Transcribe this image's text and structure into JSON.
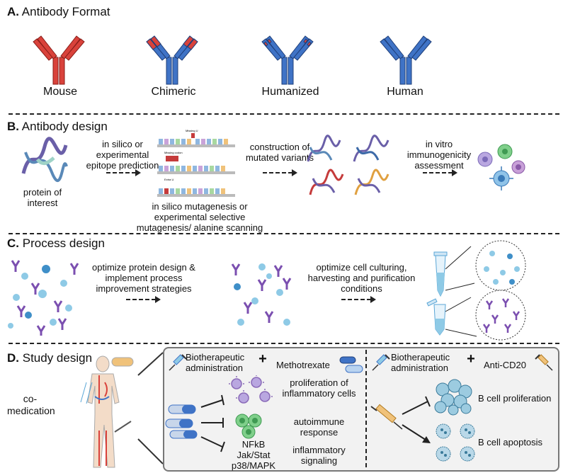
{
  "sectionA": {
    "title_letter": "A.",
    "title": "Antibody Format",
    "formats": [
      "Mouse",
      "Chimeric",
      "Humanized",
      "Human"
    ]
  },
  "sectionB": {
    "title_letter": "B.",
    "title": "Antibody design",
    "protein_label": "protein of interest",
    "step1": "in silico or experimental epitope prediction",
    "seq_label1": "Missing U",
    "seq_label2": "Missing codon",
    "seq_label3": "Extra U",
    "mutagenesis": "in silico mutagenesis or experimental selective mutagenesis/ alanine scanning",
    "step2": "construction of mutated variants",
    "step3": "in vitro immunogenicity assessment"
  },
  "sectionC": {
    "title_letter": "C.",
    "title": "Process design",
    "step1": "optimize protein design & implement process improvement strategies",
    "step2": "optimize cell culturing, harvesting and purification conditions"
  },
  "sectionD": {
    "title_letter": "D.",
    "title": "Study design",
    "co_medication": "co- medication",
    "left": {
      "drug1": "Biotherapeutic administration",
      "plus": "+",
      "drug2": "Methotrexate",
      "effect1": "proliferation of inflammatory cells",
      "effect2": "autoimmune response",
      "effect3": "inflammatory signaling",
      "pathways": "NFkB Jak/Stat p38/MAPK"
    },
    "right": {
      "drug1": "Biotherapeutic administration",
      "plus": "+",
      "drug2": "Anti-CD20",
      "effect1": "B cell proliferation",
      "effect2": "B cell apoptosis"
    }
  },
  "colors": {
    "mouse": "#d9423b",
    "human": "#3f73c6",
    "purple": "#7b4fb0",
    "bluecell": "#5aa6d6",
    "green": "#6cc07a"
  }
}
